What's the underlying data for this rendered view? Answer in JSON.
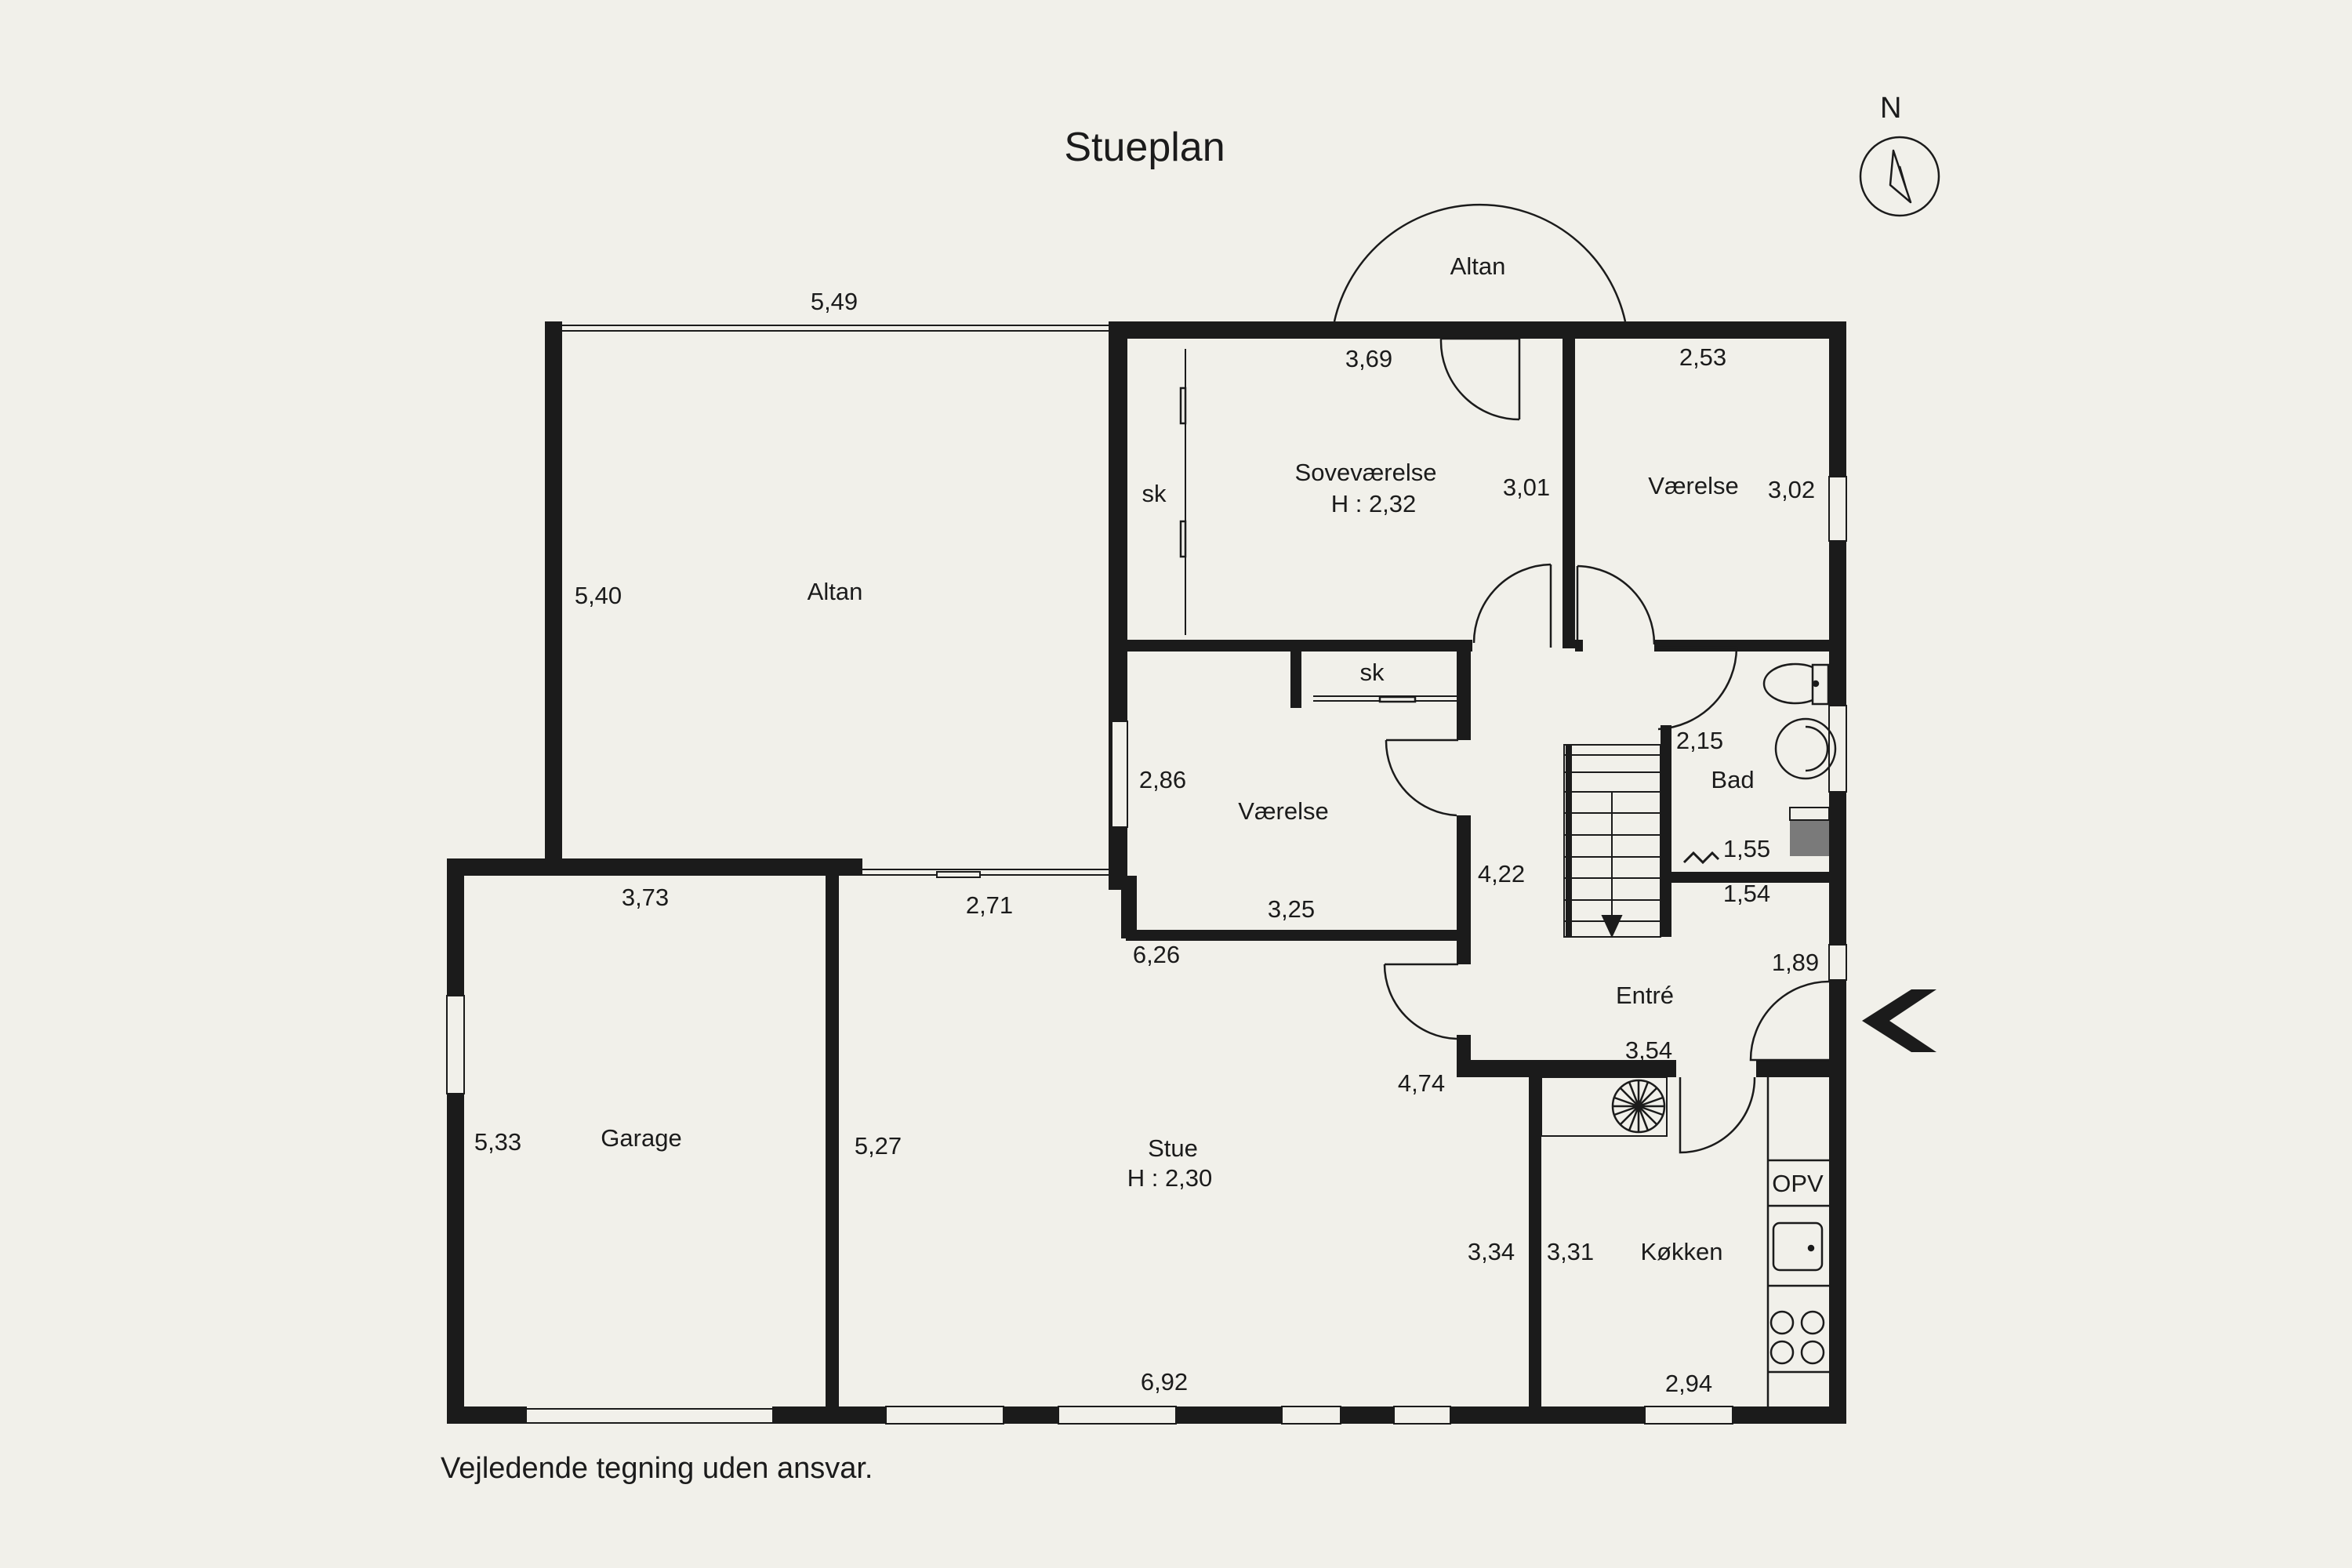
{
  "title": "Stueplan",
  "disclaimer": "Vejledende tegning uden ansvar.",
  "compass_label": "N",
  "colors": {
    "background": "#f1f0ea",
    "wall": "#1b1b1b",
    "fixture_grey": "#7a7a7a"
  },
  "rooms": {
    "altan_top": "Altan",
    "altan_left": "Altan",
    "sovevaerelse": "Soveværelse",
    "sovevaerelse_height": "H : 2,32",
    "vaerelse_ne": "Værelse",
    "vaerelse_mid": "Værelse",
    "sk_bedroom": "sk",
    "sk_room": "sk",
    "bad": "Bad",
    "entre": "Entré",
    "stue": "Stue",
    "stue_height": "H : 2,30",
    "garage": "Garage",
    "koekken": "Køkken",
    "opv": "OPV"
  },
  "dimensions": {
    "altan_width": "5,49",
    "altan_height": "5,40",
    "sove_width": "3,69",
    "sove_height": "3,01",
    "vaer_ne_width": "2,53",
    "vaer_ne_height": "3,02",
    "vaer_mid_height": "2,86",
    "vaer_mid_width": "3,25",
    "bad_height": "2,15",
    "bad_width": "1,55",
    "hall_strip": "1,54",
    "entre_height": "1,89",
    "entre_width": "3,54",
    "hall_height": "4,22",
    "stue_upper_width": "6,26",
    "stue_step": "4,74",
    "garage_width": "3,73",
    "garage_height": "5,33",
    "stue_slide": "2,71",
    "stue_height_left": "5,27",
    "stue_height_right": "3,34",
    "stue_width": "6,92",
    "koekken_height": "3,31",
    "koekken_width": "2,94"
  }
}
